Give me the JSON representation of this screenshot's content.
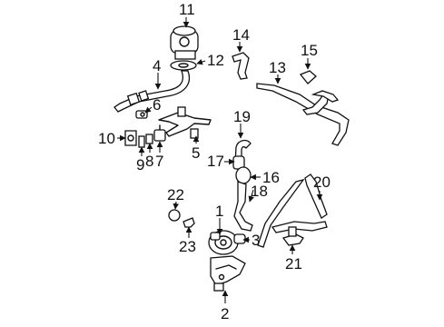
{
  "diagram": {
    "callouts": [
      {
        "id": "c11",
        "label": "11"
      },
      {
        "id": "c14",
        "label": "14"
      },
      {
        "id": "c15",
        "label": "15"
      },
      {
        "id": "c13",
        "label": "13"
      },
      {
        "id": "c12",
        "label": "12"
      },
      {
        "id": "c4",
        "label": "4"
      },
      {
        "id": "c6",
        "label": "6"
      },
      {
        "id": "c10",
        "label": "10"
      },
      {
        "id": "c9",
        "label": "9"
      },
      {
        "id": "c8",
        "label": "8"
      },
      {
        "id": "c7",
        "label": "7"
      },
      {
        "id": "c5",
        "label": "5"
      },
      {
        "id": "c19",
        "label": "19"
      },
      {
        "id": "c17",
        "label": "17"
      },
      {
        "id": "c16",
        "label": "16"
      },
      {
        "id": "c18",
        "label": "18"
      },
      {
        "id": "c20",
        "label": "20"
      },
      {
        "id": "c22",
        "label": "22"
      },
      {
        "id": "c1",
        "label": "1"
      },
      {
        "id": "c3",
        "label": "3"
      },
      {
        "id": "c23",
        "label": "23"
      },
      {
        "id": "c21",
        "label": "21"
      },
      {
        "id": "c2",
        "label": "2"
      }
    ]
  }
}
